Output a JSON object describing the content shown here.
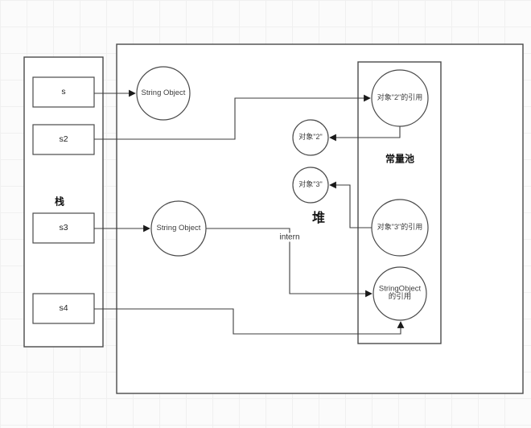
{
  "colors": {
    "shape_stroke": "#4a4a4a",
    "edge_stroke": "#3d3d3d",
    "arrowhead": "#1a1a1a",
    "shape_fill": "#ffffff",
    "text": "#333333",
    "grid_line": "#f0f0f0",
    "background": "#fbfbfb"
  },
  "stack": {
    "label": "栈",
    "vars": [
      {
        "label": "s"
      },
      {
        "label": "s2"
      },
      {
        "label": "s3"
      },
      {
        "label": "s4"
      }
    ]
  },
  "heap": {
    "label": "堆",
    "string_object_top": "String Object",
    "string_object_mid": "String Object",
    "object_2": "对象\"2\"",
    "object_3": "对象\"3\"",
    "intern_label": "intern"
  },
  "constant_pool": {
    "label": "常量池",
    "ref_2": "对象\"2\"的引用",
    "ref_3": "对象\"3\"的引用",
    "string_ref_line1": "StringObject",
    "string_ref_line2": "的引用"
  }
}
